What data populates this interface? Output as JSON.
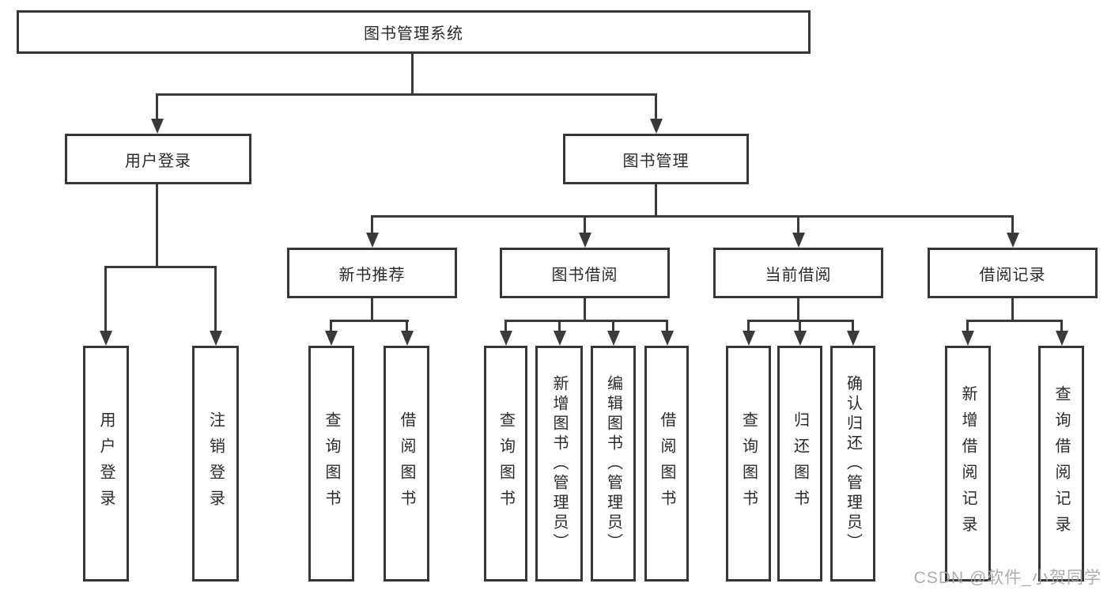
{
  "diagram": {
    "root": {
      "label": "图书管理系统"
    },
    "level2": [
      {
        "label": "用户登录"
      },
      {
        "label": "图书管理"
      }
    ],
    "level3": [
      {
        "label": "新书推荐"
      },
      {
        "label": "图书借阅"
      },
      {
        "label": "当前借阅"
      },
      {
        "label": "借阅记录"
      }
    ],
    "leaves": {
      "user_login": [
        "用户登录",
        "注销登录"
      ],
      "new_book": [
        "查询图书",
        "借阅图书"
      ],
      "book_borrow": [
        "查询图书",
        "新增图书（管理员）",
        "编辑图书（管理员）",
        "借阅图书"
      ],
      "current_borrow": [
        "查询图书",
        "归还图书",
        "确认归还（管理员）"
      ],
      "borrow_record": [
        "新增借阅记录",
        "查询借阅记录"
      ]
    }
  },
  "watermark": {
    "text": "CSDN @软件_小贺同学"
  },
  "colors": {
    "line": "#3a3a3a",
    "border": "#363636",
    "text": "#2a2a2a",
    "watermark": "#a5a5a5",
    "background": "#ffffff"
  }
}
